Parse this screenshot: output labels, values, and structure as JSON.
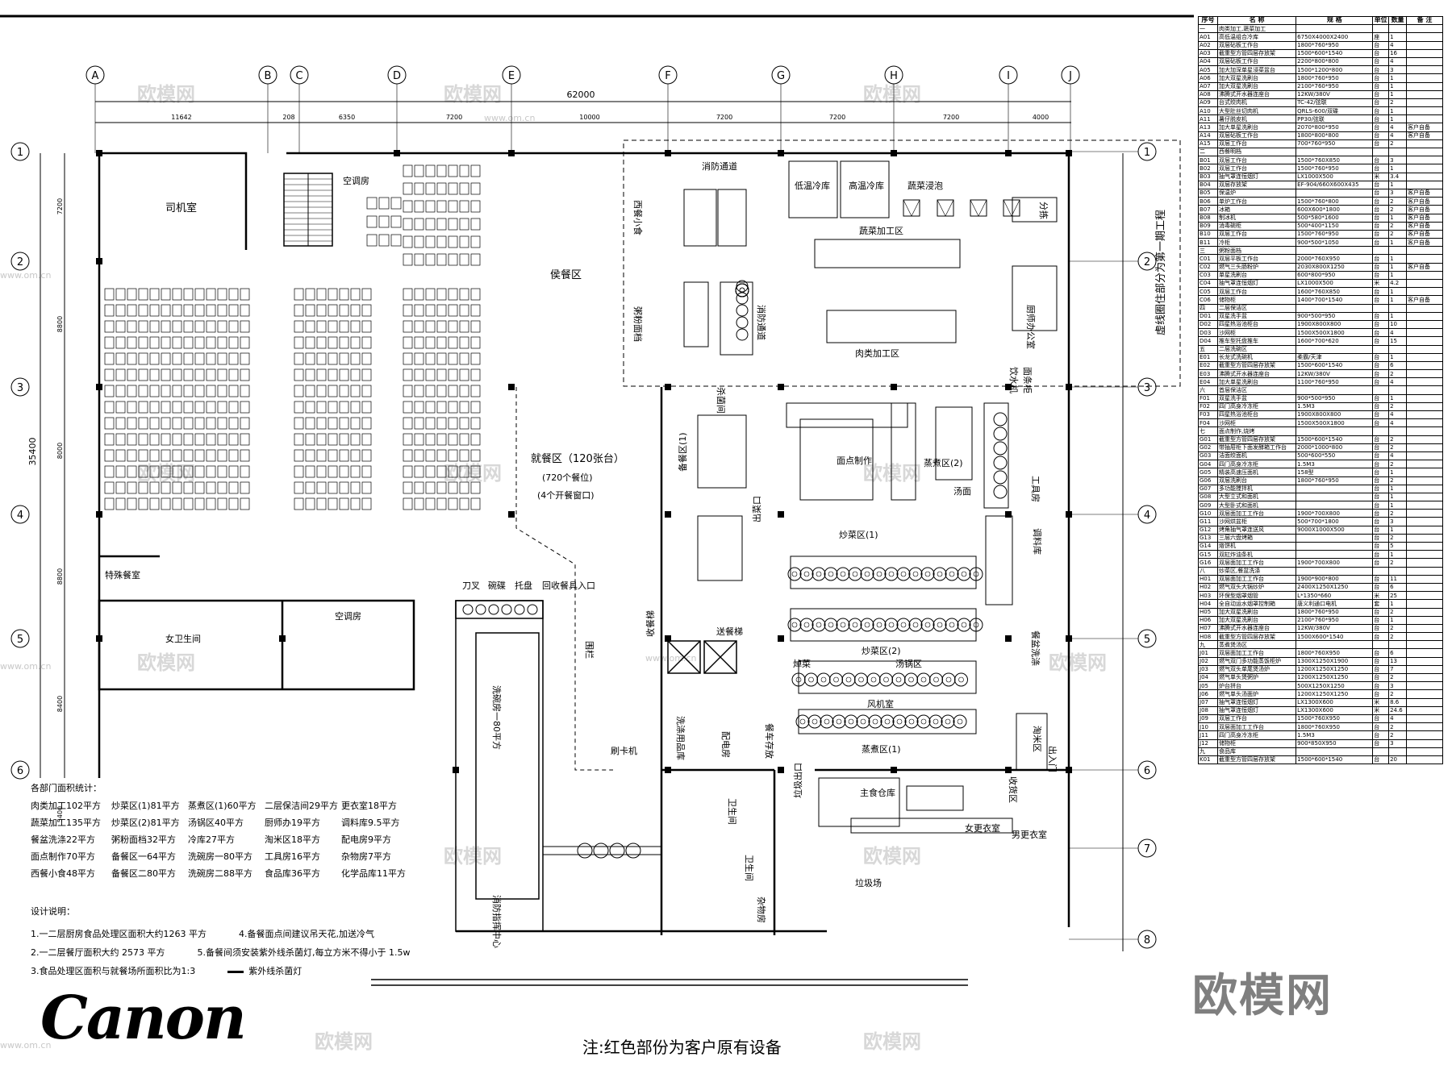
{
  "axis_letters": [
    "A",
    "B",
    "C",
    "D",
    "E",
    "F",
    "G",
    "H",
    "I",
    "J"
  ],
  "axis_numbers": [
    "1",
    "2",
    "3",
    "4",
    "5",
    "6",
    "7",
    "8"
  ],
  "top_dims": [
    "11642",
    "208",
    "6350",
    "7200",
    "10000",
    "7200",
    "7200",
    "7200",
    "4000"
  ],
  "top_total": "62000",
  "left_dims": [
    "7200",
    "8800",
    "8000",
    "8800",
    "8400",
    "5400"
  ],
  "left_total": "35400",
  "rooms": {
    "driver_room": "司机室",
    "aircon_room": "空调房",
    "aircon_room2": "空调房",
    "special_dining": "特殊餐室",
    "female_wc": "女卫生间",
    "prep_area": "侯餐区",
    "dining_area": "就餐区（120张台）",
    "dining_seats": "(720个餐位)",
    "dining_windows": "(4个开餐窗口)",
    "fire_passage": "消防通道",
    "fire_passage2": "消防通道",
    "western_snack": "西餐小食",
    "porridge": "粥粉面档",
    "low_temp": "低温冷库",
    "high_temp": "高温冷库",
    "veg_soak": "蔬菜浸泡",
    "veg_process": "蔬菜加工区",
    "meat_process": "肉类加工区",
    "chef_office": "厨师办公室",
    "sorting": "分拣",
    "phase_note": "虚线圈住部分为第一期工程",
    "kill_room": "杀菌间",
    "prep_zone": "备餐区(1)",
    "dessert_make": "面点制作",
    "steam1": "蒸煮区(2)",
    "soup_noodle": "汤面",
    "tool_room": "工具房",
    "food_out": "出菜口",
    "stir_fry1": "炒菜区(1)",
    "stir_fry2": "炒菜区(2)",
    "fry": "焯菜",
    "soup_pot": "汤锅区",
    "fan_room": "风机室",
    "steam2": "蒸煮区(1)",
    "seasoning": "调料库",
    "plate_wash": "餐盆洗涤",
    "rice_wash": "淘米区",
    "wash_room": "洗碗房一80平方",
    "fire_center": "消防指挥中心",
    "cleaning_store": "洗涤用品库",
    "power_room": "配电房",
    "meal_cart": "餐车存放",
    "delivery_lift": "送餐梯",
    "receive_lift": "收餐梯",
    "card_machine": "刷卡机",
    "fence": "围栏",
    "knife": "刀叉",
    "bowl": "碗碟",
    "tray": "托盘",
    "return_entry": "回收餐具入口",
    "wc1": "卫生间",
    "wc2": "卫生间",
    "sundry": "杂物房",
    "garbage_out": "垃圾出口",
    "main_store": "主食仓库",
    "receiving": "收货区",
    "female_locker": "女更衣室",
    "male_locker": "男更衣室",
    "garbage_yard": "垃圾场",
    "entry_door": "出入门",
    "drink_machine": "饮水机",
    "noodle_cab": "面条柜"
  },
  "stats": {
    "title": "各部门面积统计：",
    "items": [
      "肉类加工102平方",
      "炒菜区(1)81平方",
      "蒸煮区(1)60平方",
      "二层保洁间29平方",
      "更衣室18平方",
      "蔬菜加工135平方",
      "炒菜区(2)81平方",
      "汤锅区40平方",
      "厨师办19平方",
      "调料库9.5平方",
      "餐盆洗涤22平方",
      "粥粉面档32平方",
      "冷库27平方",
      "淘米区18平方",
      "配电房9平方",
      "面点制作70平方",
      "备餐区一64平方",
      "洗碗房一80平方",
      "工具房16平方",
      "杂物房7平方",
      "西餐小食48平方",
      "备餐区二80平方",
      "洗碗房二88平方",
      "食品库36平方",
      "化学品库11平方"
    ]
  },
  "notes": {
    "title": "设计说明：",
    "lines": [
      "1.一二层厨房食品处理区面积大约1263 平方",
      "4.备餐面点间建议吊天花,加送冷气",
      "2.一二层餐厅面积大约 2573 平方",
      "5.备餐间须安装紫外线杀菌灯,每立方米不得小于 1.5w",
      "3.食品处理区面积与就餐场所面积比为1:3",
      "紫外线杀菌灯"
    ]
  },
  "logo": "Canon",
  "footnote": "注:红色部份为客户原有设备",
  "watermark": "欧模网",
  "watermark_url": "www.om.cn",
  "table": {
    "headers": [
      "序号",
      "名 称",
      "规 格",
      "单位",
      "数量",
      "备 注"
    ],
    "rows": [
      [
        "一",
        "肉类加工,蔬菜加工",
        "",
        "",
        "",
        ""
      ],
      [
        "A01",
        "高低温组合冷库",
        "6750X4000X2400",
        "座",
        "1",
        ""
      ],
      [
        "A02",
        "双层砧板工作台",
        "1800*760*950",
        "台",
        "4",
        ""
      ],
      [
        "A03",
        "截重型方管四层存放架",
        "1500*600*1540",
        "台",
        "16",
        ""
      ],
      [
        "A04",
        "双层砧板工作台",
        "2200*800*800",
        "台",
        "4",
        ""
      ],
      [
        "A05",
        "加大加深单星浸菜盆台",
        "1500*1200*800",
        "台",
        "3",
        ""
      ],
      [
        "A06",
        "加大双星洗刷台",
        "1800*760*950",
        "台",
        "1",
        ""
      ],
      [
        "A07",
        "加大双星洗刷台",
        "2100*760*950",
        "台",
        "1",
        ""
      ],
      [
        "A08",
        "沸腾式开水器连座台",
        "12KW/380V",
        "台",
        "1",
        ""
      ],
      [
        "A09",
        "台式绞肉机",
        "TC-42/弦联",
        "台",
        "2",
        ""
      ],
      [
        "A10",
        "大型肚丝切肉机",
        "QRLS-600/双碟",
        "台",
        "1",
        ""
      ],
      [
        "A11",
        "薯仔脱皮机",
        "PP30/弦联",
        "台",
        "1",
        ""
      ],
      [
        "A13",
        "加大单星洗刷台",
        "2070*800*950",
        "台",
        "4",
        "客户自备"
      ],
      [
        "A14",
        "双层砧板工作台",
        "1800*800*800",
        "台",
        "4",
        "客户自备"
      ],
      [
        "A15",
        "双层工作台",
        "700*760*950",
        "台",
        "2",
        ""
      ],
      [
        "二",
        "西餐明档",
        "",
        "",
        "",
        ""
      ],
      [
        "B01",
        "双层工作台",
        "1500*760X850",
        "台",
        "3",
        ""
      ],
      [
        "B02",
        "双层工作台",
        "1500*760*950",
        "台",
        "1",
        ""
      ],
      [
        "B03",
        "抽气罩连恒烟灯",
        "LX1000X500",
        "米",
        "3.4",
        ""
      ],
      [
        "B04",
        "双层存放架",
        "EF-904/660X600X435",
        "台",
        "1",
        ""
      ],
      [
        "B05",
        "保温炉",
        "",
        "台",
        "3",
        "客户自备"
      ],
      [
        "B06",
        "单炉工作台",
        "1500*760*800",
        "台",
        "2",
        "客户自备"
      ],
      [
        "B07",
        "冰箱",
        "600X600*1800",
        "台",
        "2",
        "客户自备"
      ],
      [
        "B08",
        "制冰机",
        "500*580*1600",
        "台",
        "1",
        "客户自备"
      ],
      [
        "B09",
        "消毒碗柜",
        "500*400*1150",
        "台",
        "2",
        "客户自备"
      ],
      [
        "B10",
        "双层工作台",
        "1500*760*950",
        "台",
        "2",
        "客户自备"
      ],
      [
        "B11",
        "冷柜",
        "900*500*1050",
        "台",
        "1",
        "客户自备"
      ],
      [
        "三",
        "粥粉面档",
        "",
        "",
        "",
        ""
      ],
      [
        "C01",
        "双层平板工作台",
        "2000*760X950",
        "台",
        "1",
        ""
      ],
      [
        "C02",
        "燃气三头肠粉炉",
        "2030X800X1250",
        "台",
        "1",
        "客户自备"
      ],
      [
        "C03",
        "单星洗刷台",
        "600*800*950",
        "台",
        "1",
        ""
      ],
      [
        "C04",
        "抽气罩连恒烟灯",
        "LX1000X500",
        "米",
        "4.2",
        ""
      ],
      [
        "C05",
        "双层工作台",
        "1600*760X850",
        "台",
        "1",
        ""
      ],
      [
        "C06",
        "储物柜",
        "1400*700*1540",
        "台",
        "1",
        "客户自备"
      ],
      [
        "四",
        "二层保洁区",
        "",
        "",
        "",
        ""
      ],
      [
        "D01",
        "双星洗手盆",
        "900*500*950",
        "台",
        "1",
        ""
      ],
      [
        "D02",
        "四星热浴池柜台",
        "1900X800X800",
        "台",
        "10",
        ""
      ],
      [
        "D03",
        "沙网柜",
        "1500X500X1800",
        "台",
        "4",
        ""
      ],
      [
        "D04",
        "推车型托盘推车",
        "1600*700*620",
        "台",
        "15",
        ""
      ],
      [
        "五",
        "二层洗碗区",
        "",
        "",
        "",
        ""
      ],
      [
        "E01",
        "长龙式洗碗机",
        "柔霸/天津",
        "台",
        "1",
        ""
      ],
      [
        "E02",
        "截重型方管四层存放架",
        "1500*600*1540",
        "台",
        "6",
        ""
      ],
      [
        "E03",
        "沸腾式开水器连座台",
        "12KW/380V",
        "台",
        "2",
        ""
      ],
      [
        "E04",
        "加大单星洗刷台",
        "1100*760*950",
        "台",
        "4",
        ""
      ],
      [
        "六",
        "首层保洁区",
        "",
        "",
        "",
        ""
      ],
      [
        "F01",
        "双星洗手盆",
        "900*500*950",
        "台",
        "1",
        ""
      ],
      [
        "F02",
        "四门高身冷冻柜",
        "1.5M3",
        "台",
        "2",
        ""
      ],
      [
        "F03",
        "四星热浴池柜台",
        "1900X800X800",
        "台",
        "4",
        ""
      ],
      [
        "F04",
        "沙网柜",
        "1500X500X1800",
        "台",
        "4",
        ""
      ],
      [
        "七",
        "面点制作,烧烤",
        "",
        "",
        "",
        ""
      ],
      [
        "G01",
        "截重型方管四层存放架",
        "1500*600*1540",
        "台",
        "2",
        ""
      ],
      [
        "G02",
        "带抽屉柜下面发酵箱工作台",
        "2000*1000*800",
        "台",
        "2",
        ""
      ],
      [
        "G03",
        "洁面绞面机",
        "500*600*550",
        "台",
        "4",
        ""
      ],
      [
        "G04",
        "四门高身冷冻柜",
        "1.5M3",
        "台",
        "2",
        ""
      ],
      [
        "G05",
        "精装高速压面机",
        "158型",
        "台",
        "1",
        ""
      ],
      [
        "G06",
        "双层洗刷台",
        "1800*760*950",
        "台",
        "2",
        ""
      ],
      [
        "G07",
        "多功能搅拌机",
        "",
        "台",
        "1",
        ""
      ],
      [
        "G08",
        "大型立式和面机",
        "",
        "台",
        "1",
        ""
      ],
      [
        "G09",
        "大型卧式和面机",
        "",
        "台",
        "1",
        ""
      ],
      [
        "G10",
        "双层面加工工作台",
        "1900*700X800",
        "台",
        "2",
        ""
      ],
      [
        "G11",
        "沙网烘盆柜",
        "500*700*1800",
        "台",
        "3",
        ""
      ],
      [
        "G12",
        "烤角抽气罩连送风",
        "9000X1000X500",
        "台",
        "1",
        ""
      ],
      [
        "G13",
        "三层六盘烤箱",
        "",
        "台",
        "2",
        ""
      ],
      [
        "G14",
        "烙饼机",
        "",
        "台",
        "5",
        ""
      ],
      [
        "G15",
        "双缸炸油条机",
        "",
        "台",
        "1",
        ""
      ],
      [
        "G16",
        "双层面加工工作台",
        "1900*700X800",
        "台",
        "2",
        ""
      ],
      [
        "八",
        "炒菜区,餐盆洗涤",
        "",
        "",
        "",
        ""
      ],
      [
        "H01",
        "双层面加工工作台",
        "1900*900*800",
        "台",
        "11",
        ""
      ],
      [
        "H02",
        "燃气双头大锅炒炉",
        "2400X1250X1250",
        "台",
        "6",
        ""
      ],
      [
        "H03",
        "环保型烟罩烟管",
        "L*1350*660",
        "米",
        "25",
        ""
      ],
      [
        "H04",
        "全自动运水烟罩控制箱",
        "唐义利通口电机",
        "套",
        "1",
        ""
      ],
      [
        "H05",
        "加大双星洗刷台",
        "1800*760*950",
        "台",
        "2",
        ""
      ],
      [
        "H06",
        "加大双星洗刷台",
        "2100*760*950",
        "台",
        "1",
        ""
      ],
      [
        "H07",
        "沸腾式开水器连座台",
        "12KW/380V",
        "台",
        "2",
        ""
      ],
      [
        "H08",
        "截重型方管四层存放架",
        "1500X600*1540",
        "台",
        "2",
        ""
      ],
      [
        "九",
        "蒸煮煲汤区",
        "",
        "",
        "",
        ""
      ],
      [
        "J01",
        "双层面加工工作台",
        "1800*760X950",
        "台",
        "6",
        ""
      ],
      [
        "J02",
        "燃气双门多功能蒸饭柜炉",
        "1300X1250X1900",
        "台",
        "13",
        ""
      ],
      [
        "J03",
        "燃气双头单尾煲汤炉",
        "1200X1250X1250",
        "台",
        "7",
        ""
      ],
      [
        "J04",
        "燃气单头煲粥炉",
        "1200X1250X1250",
        "台",
        "2",
        ""
      ],
      [
        "J05",
        "炉台拼台",
        "500X1250X1250",
        "台",
        "3",
        ""
      ],
      [
        "J06",
        "燃气单头汤面炉",
        "1200X1250X1250",
        "台",
        "2",
        ""
      ],
      [
        "J07",
        "抽气罩连恒烟灯",
        "LX1300X600",
        "米",
        "8.6",
        ""
      ],
      [
        "J08",
        "抽气罩连恒烟灯",
        "LX1300X600",
        "米",
        "24.6",
        ""
      ],
      [
        "J09",
        "双层工作台",
        "1500*760X950",
        "台",
        "4",
        ""
      ],
      [
        "J10",
        "双层面加工工作台",
        "1800*760X950",
        "台",
        "2",
        ""
      ],
      [
        "J11",
        "四门高身冷冻柜",
        "1.5M3",
        "台",
        "2",
        ""
      ],
      [
        "J12",
        "储物柜",
        "900*850X950",
        "台",
        "3",
        ""
      ],
      [
        "九",
        "食品库",
        "",
        "",
        "",
        ""
      ],
      [
        "K01",
        "截重型方管四层存放架",
        "1500*600*1540",
        "台",
        "20",
        ""
      ]
    ]
  }
}
